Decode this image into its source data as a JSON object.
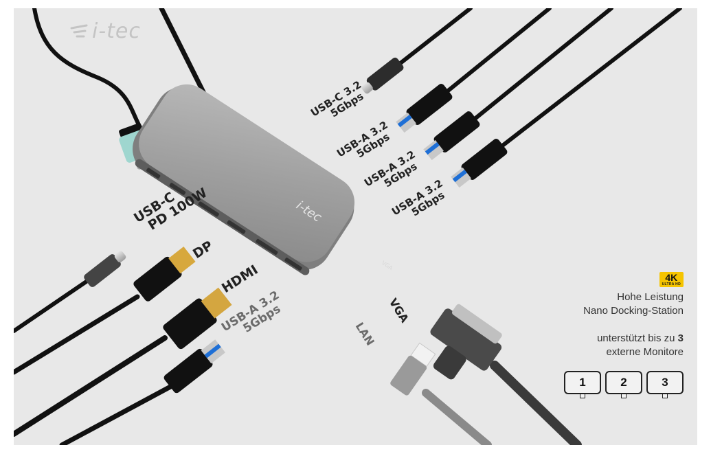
{
  "brand": {
    "name": "i-tec"
  },
  "hub_logo": "i-tec",
  "hub_port_labels": {
    "vga": "VGA"
  },
  "labels": {
    "usb_c_data": [
      "USB-C 3.2",
      "5Gbps"
    ],
    "usb_a_1": [
      "USB-A 3.2",
      "5Gbps"
    ],
    "usb_a_2": [
      "USB-A 3.2",
      "5Gbps"
    ],
    "usb_a_3": [
      "USB-A 3.2",
      "5Gbps"
    ],
    "usb_c_pd": [
      "USB-C",
      "PD 100W"
    ],
    "dp": "DP",
    "hdmi": "HDMI",
    "usb_a_left": [
      "USB-A 3.2",
      "5Gbps"
    ],
    "lan": "LAN",
    "vga": "VGA"
  },
  "info": {
    "badge_main": "4K",
    "badge_sub": "ULTRA HD",
    "line1": "Hohe Leistung",
    "line2": "Nano Docking-Station",
    "line3_prefix": "unterstützt bis zu",
    "line3_number": "3",
    "line4": "externe Monitore"
  },
  "monitors": [
    "1",
    "2",
    "3"
  ],
  "colors": {
    "background": "#e8e8e8",
    "hub": "#9a9a9a",
    "cable": "#111111",
    "badge": "#f5c400",
    "usb_c_teal": "#9fd6cf"
  }
}
